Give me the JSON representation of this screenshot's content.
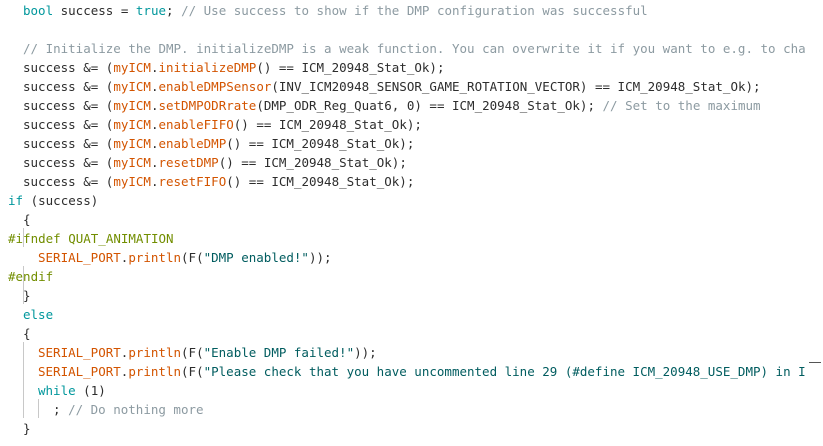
{
  "code": {
    "lines": [
      [
        [
          "type",
          "bool"
        ],
        [
          "pn",
          " success = "
        ],
        [
          "kw",
          "true"
        ],
        [
          "pn",
          "; "
        ],
        [
          "cmt",
          "// Use success to show if the DMP configuration was successful"
        ]
      ],
      [],
      [
        [
          "cmt",
          "// Initialize the DMP. initializeDMP is a weak function. You can overwrite it if you want to e.g. to cha"
        ]
      ],
      [
        [
          "pn",
          "success &= ("
        ],
        [
          "obj",
          "myICM"
        ],
        [
          "pn",
          "."
        ],
        [
          "fn",
          "initializeDMP"
        ],
        [
          "pn",
          "() == ICM_20948_Stat_Ok);"
        ]
      ],
      [
        [
          "pn",
          "success &= ("
        ],
        [
          "obj",
          "myICM"
        ],
        [
          "pn",
          "."
        ],
        [
          "fn",
          "enableDMPSensor"
        ],
        [
          "pn",
          "(INV_ICM20948_SENSOR_GAME_ROTATION_VECTOR) == ICM_20948_Stat_Ok);"
        ]
      ],
      [
        [
          "pn",
          "success &= ("
        ],
        [
          "obj",
          "myICM"
        ],
        [
          "pn",
          "."
        ],
        [
          "fn",
          "setDMPODRrate"
        ],
        [
          "pn",
          "(DMP_ODR_Reg_Quat6, 0) == ICM_20948_Stat_Ok); "
        ],
        [
          "cmt",
          "// Set to the maximum"
        ]
      ],
      [
        [
          "pn",
          "success &= ("
        ],
        [
          "obj",
          "myICM"
        ],
        [
          "pn",
          "."
        ],
        [
          "fn",
          "enableFIFO"
        ],
        [
          "pn",
          "() == ICM_20948_Stat_Ok);"
        ]
      ],
      [
        [
          "pn",
          "success &= ("
        ],
        [
          "obj",
          "myICM"
        ],
        [
          "pn",
          "."
        ],
        [
          "fn",
          "enableDMP"
        ],
        [
          "pn",
          "() == ICM_20948_Stat_Ok);"
        ]
      ],
      [
        [
          "pn",
          "success &= ("
        ],
        [
          "obj",
          "myICM"
        ],
        [
          "pn",
          "."
        ],
        [
          "fn",
          "resetDMP"
        ],
        [
          "pn",
          "() == ICM_20948_Stat_Ok);"
        ]
      ],
      [
        [
          "pn",
          "success &= ("
        ],
        [
          "obj",
          "myICM"
        ],
        [
          "pn",
          "."
        ],
        [
          "fn",
          "resetFIFO"
        ],
        [
          "pn",
          "() == ICM_20948_Stat_Ok);"
        ]
      ],
      [
        [
          "kw",
          "if"
        ],
        [
          "pn",
          " (success)"
        ]
      ],
      [
        [
          "pn",
          "{"
        ]
      ],
      [
        [
          "pp",
          "#ifndef QUAT_ANIMATION"
        ]
      ],
      [
        [
          "obj",
          "SERIAL_PORT"
        ],
        [
          "pn",
          "."
        ],
        [
          "fn",
          "println"
        ],
        [
          "pn",
          "(F("
        ],
        [
          "str",
          "\"DMP enabled!\""
        ],
        [
          "pn",
          "));"
        ]
      ],
      [
        [
          "pp",
          "#endif"
        ]
      ],
      [
        [
          "pn",
          "}"
        ]
      ],
      [
        [
          "kw",
          "else"
        ]
      ],
      [
        [
          "pn",
          "{"
        ]
      ],
      [
        [
          "obj",
          "SERIAL_PORT"
        ],
        [
          "pn",
          "."
        ],
        [
          "fn",
          "println"
        ],
        [
          "pn",
          "(F("
        ],
        [
          "str",
          "\"Enable DMP failed!\""
        ],
        [
          "pn",
          "));"
        ]
      ],
      [
        [
          "obj",
          "SERIAL_PORT"
        ],
        [
          "pn",
          "."
        ],
        [
          "fn",
          "println"
        ],
        [
          "pn",
          "(F("
        ],
        [
          "str",
          "\"Please check that you have uncommented line 29 (#define ICM_20948_USE_DMP) in I"
        ]
      ],
      [
        [
          "kw",
          "while"
        ],
        [
          "pn",
          " (1)"
        ]
      ],
      [
        [
          "pn",
          "; "
        ],
        [
          "cmt",
          "// Do nothing more"
        ]
      ],
      [
        [
          "pn",
          "}"
        ]
      ]
    ]
  }
}
